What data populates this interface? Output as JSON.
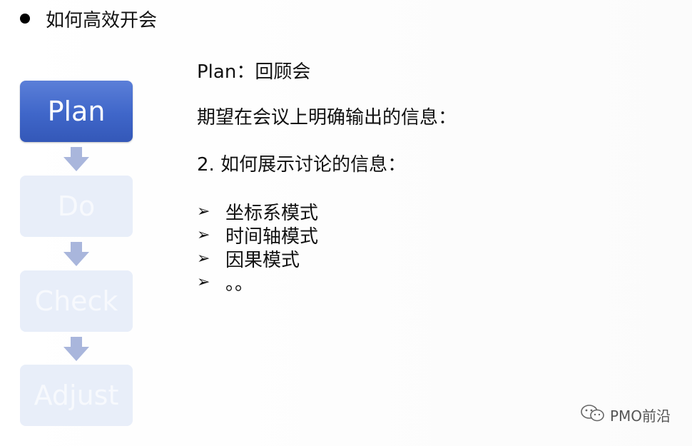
{
  "heading": {
    "text": "如何高效开会"
  },
  "flow": {
    "steps": [
      {
        "label": "Plan",
        "state": "active"
      },
      {
        "label": "Do",
        "state": "inactive"
      },
      {
        "label": "Check",
        "state": "inactive"
      },
      {
        "label": "Adjust",
        "state": "inactive"
      }
    ],
    "colors": {
      "active": "#4169c9",
      "inactive": "#e8eef9",
      "arrow": "#a9b6dc"
    }
  },
  "content": {
    "title": "Plan：回顾会",
    "subtitle": "期望在会议上明确输出的信息：",
    "section": "2. 如何展示讨论的信息：",
    "list_marker": "➢",
    "items": [
      "坐标系模式",
      "时间轴模式",
      "因果模式",
      "。。"
    ]
  },
  "watermark": {
    "text": "PMO前沿",
    "icon": "wechat-icon"
  }
}
